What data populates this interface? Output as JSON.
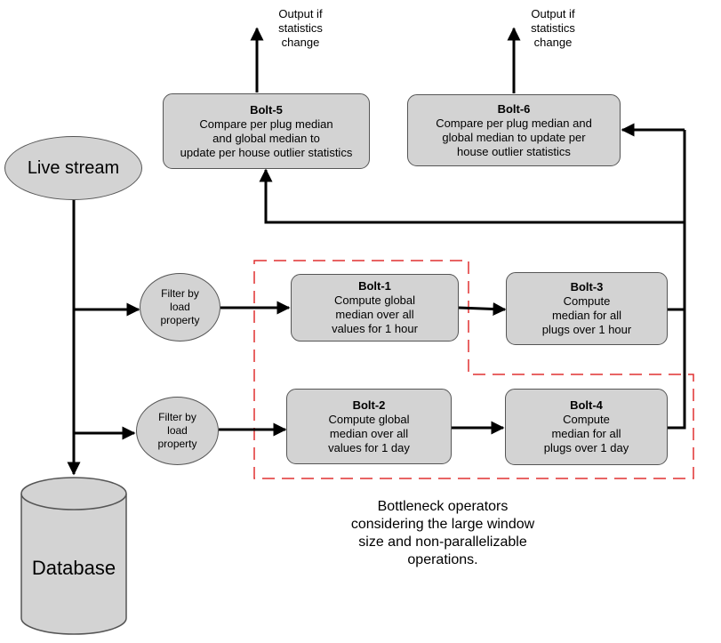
{
  "nodes": {
    "live_stream": "Live stream",
    "database": "Database",
    "filter_1": "Filter by\nload\nproperty",
    "filter_2": "Filter by\nload\nproperty",
    "bolt1": {
      "title": "Bolt-1",
      "desc": "Compute global\nmedian over all\nvalues for 1 hour"
    },
    "bolt2": {
      "title": "Bolt-2",
      "desc": "Compute global\nmedian over all\nvalues for 1 day"
    },
    "bolt3": {
      "title": "Bolt-3",
      "desc": "Compute\nmedian for all\nplugs over 1 hour"
    },
    "bolt4": {
      "title": "Bolt-4",
      "desc": "Compute\nmedian for all\nplugs over 1 day"
    },
    "bolt5": {
      "title": "Bolt-5",
      "desc": "Compare per plug median\nand global median to\nupdate per house outlier statistics"
    },
    "bolt6": {
      "title": "Bolt-6",
      "desc": "Compare per plug median and\nglobal median to update per\nhouse outlier statistics"
    }
  },
  "outputs": {
    "bolt5_output": "Output if\nstatistics\nchange",
    "bolt6_output": "Output if\nstatistics\nchange"
  },
  "annotation": "Bottleneck operators\nconsidering the large window\nsize and non-parallelizable\noperations.",
  "colors": {
    "node_fill": "#d3d3d3",
    "node_border": "#555555",
    "arrow": "#000000",
    "bottleneck_dash": "#e03030"
  }
}
